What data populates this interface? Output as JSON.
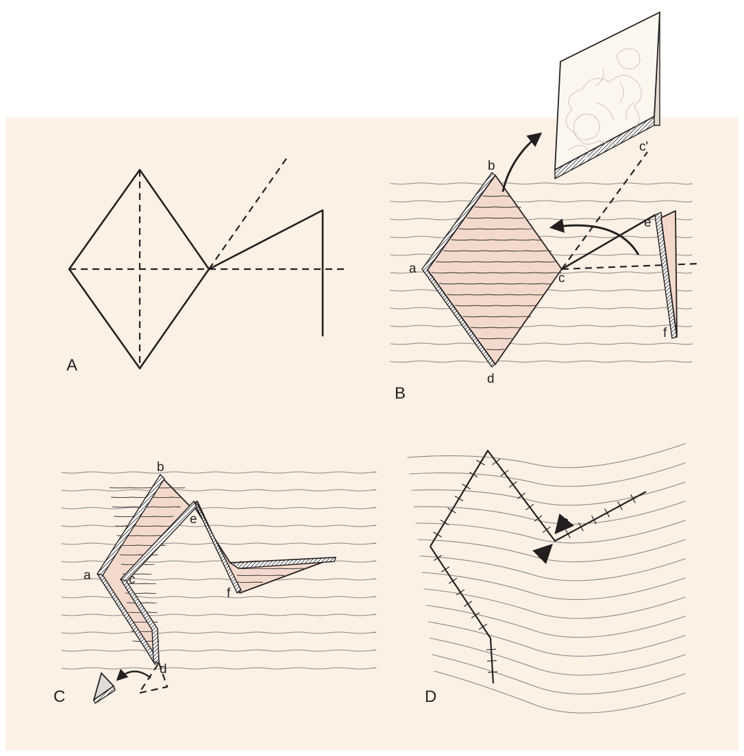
{
  "colors": {
    "background_panel": "#fcf1e4",
    "flap_fill": "#f2d9cc",
    "ink": "#231f20",
    "skin_lines": "#8a8582",
    "graft": "#fbf6ee"
  },
  "panels": [
    {
      "id": "A",
      "label": "A"
    },
    {
      "id": "B",
      "label": "B"
    },
    {
      "id": "C",
      "label": "C"
    },
    {
      "id": "D",
      "label": "D"
    }
  ],
  "vertex_labels": {
    "B": {
      "a": "a",
      "b": "b",
      "c": "c",
      "c_prime": "c'",
      "d": "d",
      "e": "e",
      "f": "f"
    },
    "C": {
      "a": "a",
      "b": "b",
      "c": "c",
      "d": "d",
      "e": "e",
      "f": "f"
    }
  },
  "icons": [
    "curved-arrow-icon",
    "compression-arrows-icon"
  ]
}
